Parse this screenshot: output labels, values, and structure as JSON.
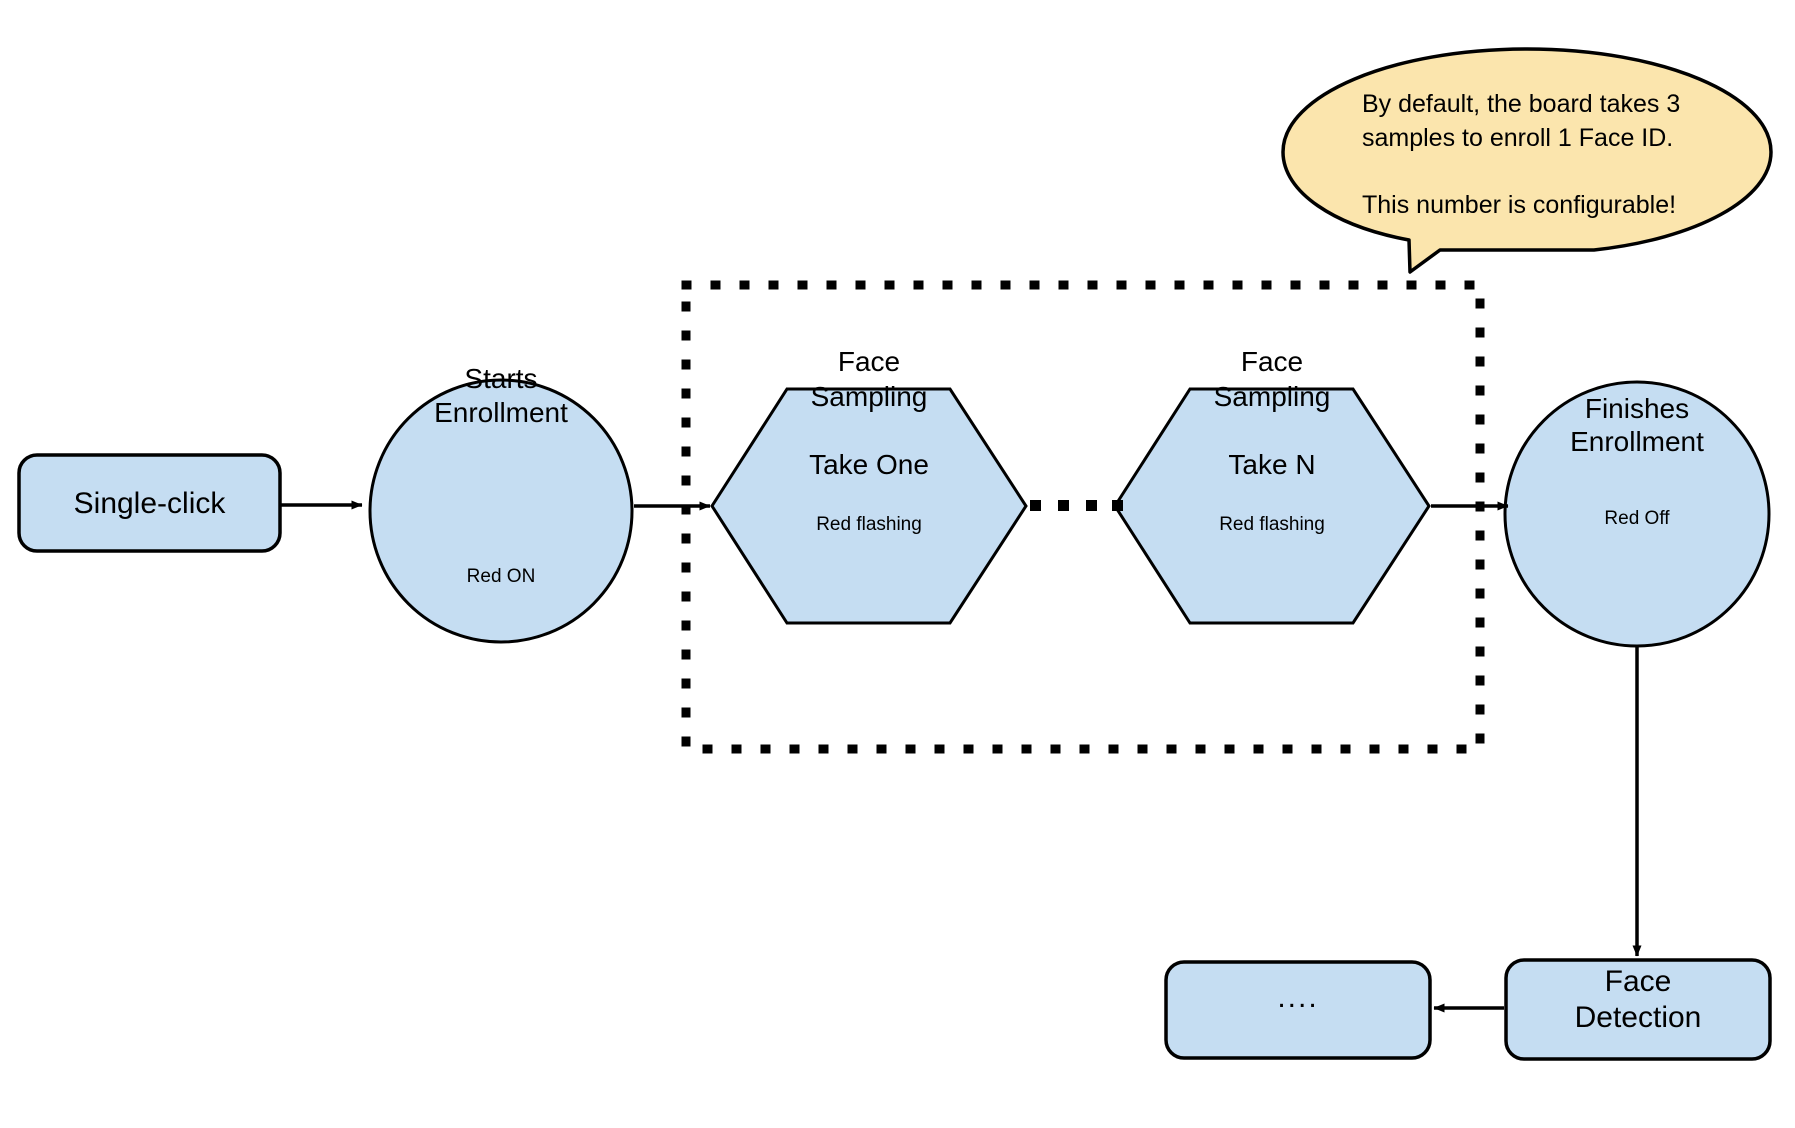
{
  "diagram": {
    "title": "Face ID enrollment flow",
    "colors": {
      "node_fill": "#c5ddf2",
      "node_stroke": "#000000",
      "callout_fill": "#fbe5ad",
      "callout_stroke": "#000000",
      "arrow": "#000000",
      "loop_border": "#000000",
      "background": "#ffffff"
    },
    "nodes": {
      "single_click": {
        "label": "Single-click",
        "shape": "rounded-rect"
      },
      "starts_enrollment": {
        "label_line1": "Starts",
        "label_line2": "Enrollment",
        "status": "Red ON",
        "shape": "circle"
      },
      "face_sampling_one": {
        "label_line1": "Face",
        "label_line2": "Sampling",
        "take": "Take One",
        "status": "Red flashing",
        "shape": "hexagon"
      },
      "face_sampling_n": {
        "label_line1": "Face",
        "label_line2": "Sampling",
        "take": "Take N",
        "status": "Red flashing",
        "shape": "hexagon"
      },
      "finishes_enrollment": {
        "label_line1": "Finishes",
        "label_line2": "Enrollment",
        "status": "Red Off",
        "shape": "circle"
      },
      "face_detection": {
        "label_line1": "Face",
        "label_line2": "Detection",
        "shape": "rounded-rect"
      },
      "ellipsis_box": {
        "label": "....",
        "shape": "rounded-rect"
      }
    },
    "ellipsis_between_samples": ". . . .",
    "callout": {
      "line1": "By default, the board takes 3",
      "line2": "samples to enroll 1 Face ID.",
      "line3": "This number is configurable!",
      "shape": "speech-ellipse"
    },
    "loop_group": {
      "style": "dotted-rectangle",
      "note": "repeat region around face sampling steps"
    }
  }
}
